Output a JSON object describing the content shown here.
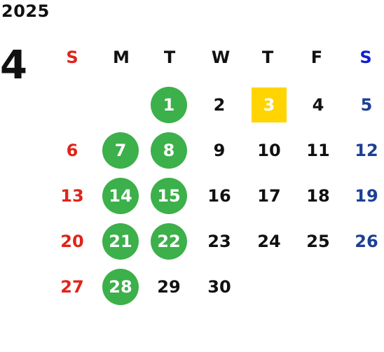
{
  "calendar": {
    "year": "2025",
    "month": "4",
    "weekdays": [
      "S",
      "M",
      "T",
      "W",
      "T",
      "F",
      "S"
    ],
    "colors": {
      "sunday": "#e0241b",
      "saturday": "#1d3f94",
      "marked": "#3cb04a",
      "today": "#ffd400"
    },
    "weeks": [
      [
        {
          "label": "",
          "kind": "empty"
        },
        {
          "label": "",
          "kind": "empty"
        },
        {
          "label": "1",
          "kind": "marked"
        },
        {
          "label": "2",
          "kind": "normal"
        },
        {
          "label": "3",
          "kind": "today"
        },
        {
          "label": "4",
          "kind": "normal"
        },
        {
          "label": "5",
          "kind": "saturday"
        }
      ],
      [
        {
          "label": "6",
          "kind": "sunday"
        },
        {
          "label": "7",
          "kind": "marked"
        },
        {
          "label": "8",
          "kind": "marked"
        },
        {
          "label": "9",
          "kind": "normal"
        },
        {
          "label": "10",
          "kind": "normal"
        },
        {
          "label": "11",
          "kind": "normal"
        },
        {
          "label": "12",
          "kind": "saturday"
        }
      ],
      [
        {
          "label": "13",
          "kind": "sunday"
        },
        {
          "label": "14",
          "kind": "marked"
        },
        {
          "label": "15",
          "kind": "marked"
        },
        {
          "label": "16",
          "kind": "normal"
        },
        {
          "label": "17",
          "kind": "normal"
        },
        {
          "label": "18",
          "kind": "normal"
        },
        {
          "label": "19",
          "kind": "saturday"
        }
      ],
      [
        {
          "label": "20",
          "kind": "sunday"
        },
        {
          "label": "21",
          "kind": "marked"
        },
        {
          "label": "22",
          "kind": "marked"
        },
        {
          "label": "23",
          "kind": "normal"
        },
        {
          "label": "24",
          "kind": "normal"
        },
        {
          "label": "25",
          "kind": "normal"
        },
        {
          "label": "26",
          "kind": "saturday"
        }
      ],
      [
        {
          "label": "27",
          "kind": "sunday"
        },
        {
          "label": "28",
          "kind": "marked"
        },
        {
          "label": "29",
          "kind": "normal"
        },
        {
          "label": "30",
          "kind": "normal"
        },
        {
          "label": "",
          "kind": "empty"
        },
        {
          "label": "",
          "kind": "empty"
        },
        {
          "label": "",
          "kind": "empty"
        }
      ]
    ]
  }
}
